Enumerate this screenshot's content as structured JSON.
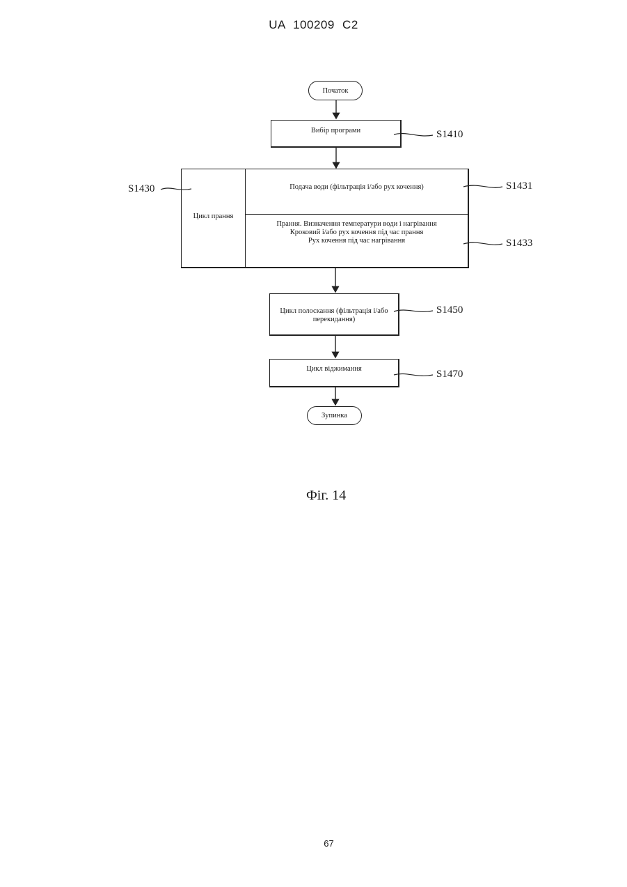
{
  "header": "UA   100209   C2",
  "page_number": "67",
  "figure_caption": "Фіг. 14",
  "flow": {
    "start": "Початок",
    "s1410": {
      "text": "Вибір програми",
      "label": "S1410"
    },
    "wash": {
      "label": "S1430",
      "title": "Цикл прання",
      "feed": {
        "text": "Подача води (фільтрація і/або рух кочення)",
        "label": "S1431"
      },
      "wash_step": {
        "line1": "Прання. Визначення температури води і нагрівання",
        "line2": "Кроковий і/або рух кочення під час прання",
        "line3": "Рух кочення під час нагрівання",
        "label": "S1433"
      }
    },
    "s1450": {
      "line1": "Цикл полоскання (фільтрація і/або",
      "line2": "перекидання)",
      "label": "S1450"
    },
    "s1470": {
      "text": "Цикл віджимання",
      "label": "S1470"
    },
    "stop": "Зупинка"
  }
}
